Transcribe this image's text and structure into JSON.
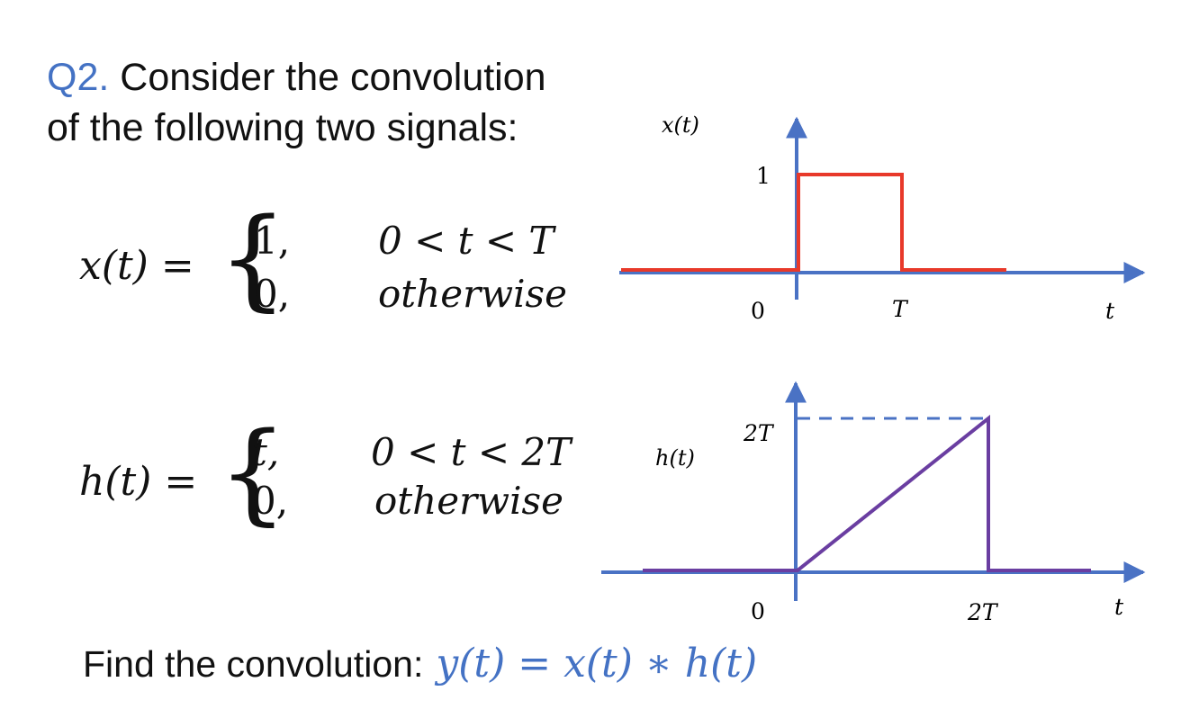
{
  "heading": {
    "number": "Q2.",
    "line1": "Consider the convolution",
    "line2": "of the following two signals:"
  },
  "x_def": {
    "lhs": "x(t) =",
    "case1_value": "1,",
    "case1_cond": "0 < t < T",
    "case2_value": "0,",
    "case2_cond": "otherwise"
  },
  "h_def": {
    "lhs": "h(t) =",
    "case1_value": "t,",
    "case1_cond": "0 < t < 2T",
    "case2_value": "0,",
    "case2_cond": "otherwise"
  },
  "find": {
    "label": "Find the convolution:",
    "equation": "y(t) = x(t) ∗ h(t)"
  },
  "plot_x": {
    "ylabel": "x(t)",
    "xlabel": "t",
    "origin_label": "0",
    "level_label": "1",
    "width_label": "T",
    "signal_color": "#e8392a",
    "axis_color": "#4a72c4"
  },
  "plot_h": {
    "ylabel": "h(t)",
    "xlabel": "t",
    "origin_label": "0",
    "peak_label": "2T",
    "width_label": "2T",
    "signal_color": "#6a3ea1",
    "axis_color": "#4a72c4"
  }
}
